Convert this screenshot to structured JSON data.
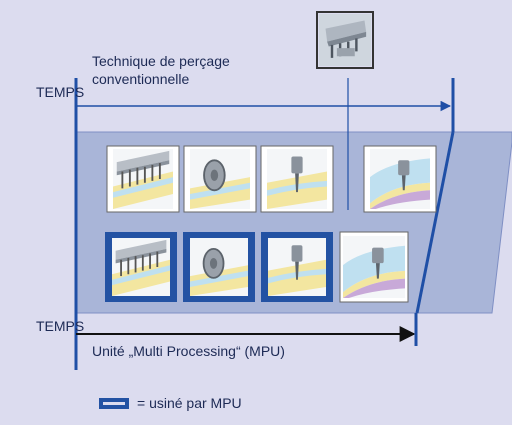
{
  "labels": {
    "temps_top": "TEMPS",
    "technique_line1": "Technique de perçage",
    "technique_line2": "conventionnelle",
    "temps_bottom": "TEMPS",
    "mpu_label": "Unité „Multi Processing“ (MPU)",
    "legend_text": "= usiné par MPU"
  },
  "icons": {
    "top_row": [
      "multi-drill-icon",
      "saw-blade-icon",
      "single-drill-icon",
      "edge-drill-icon"
    ],
    "bottom_row": [
      "multi-drill-icon",
      "saw-blade-icon",
      "single-drill-icon",
      "edge-drill-icon"
    ],
    "bottom_row_mpu": [
      true,
      true,
      true,
      false
    ],
    "header_icon": "drill-head-icon"
  },
  "colors": {
    "background": "#dcdcef",
    "band": "#a9b5d8",
    "band_stroke": "#7f8fc4",
    "axis": "#1f4fa6",
    "mpu_frame": "#2352a3",
    "text": "#1d2a55"
  }
}
